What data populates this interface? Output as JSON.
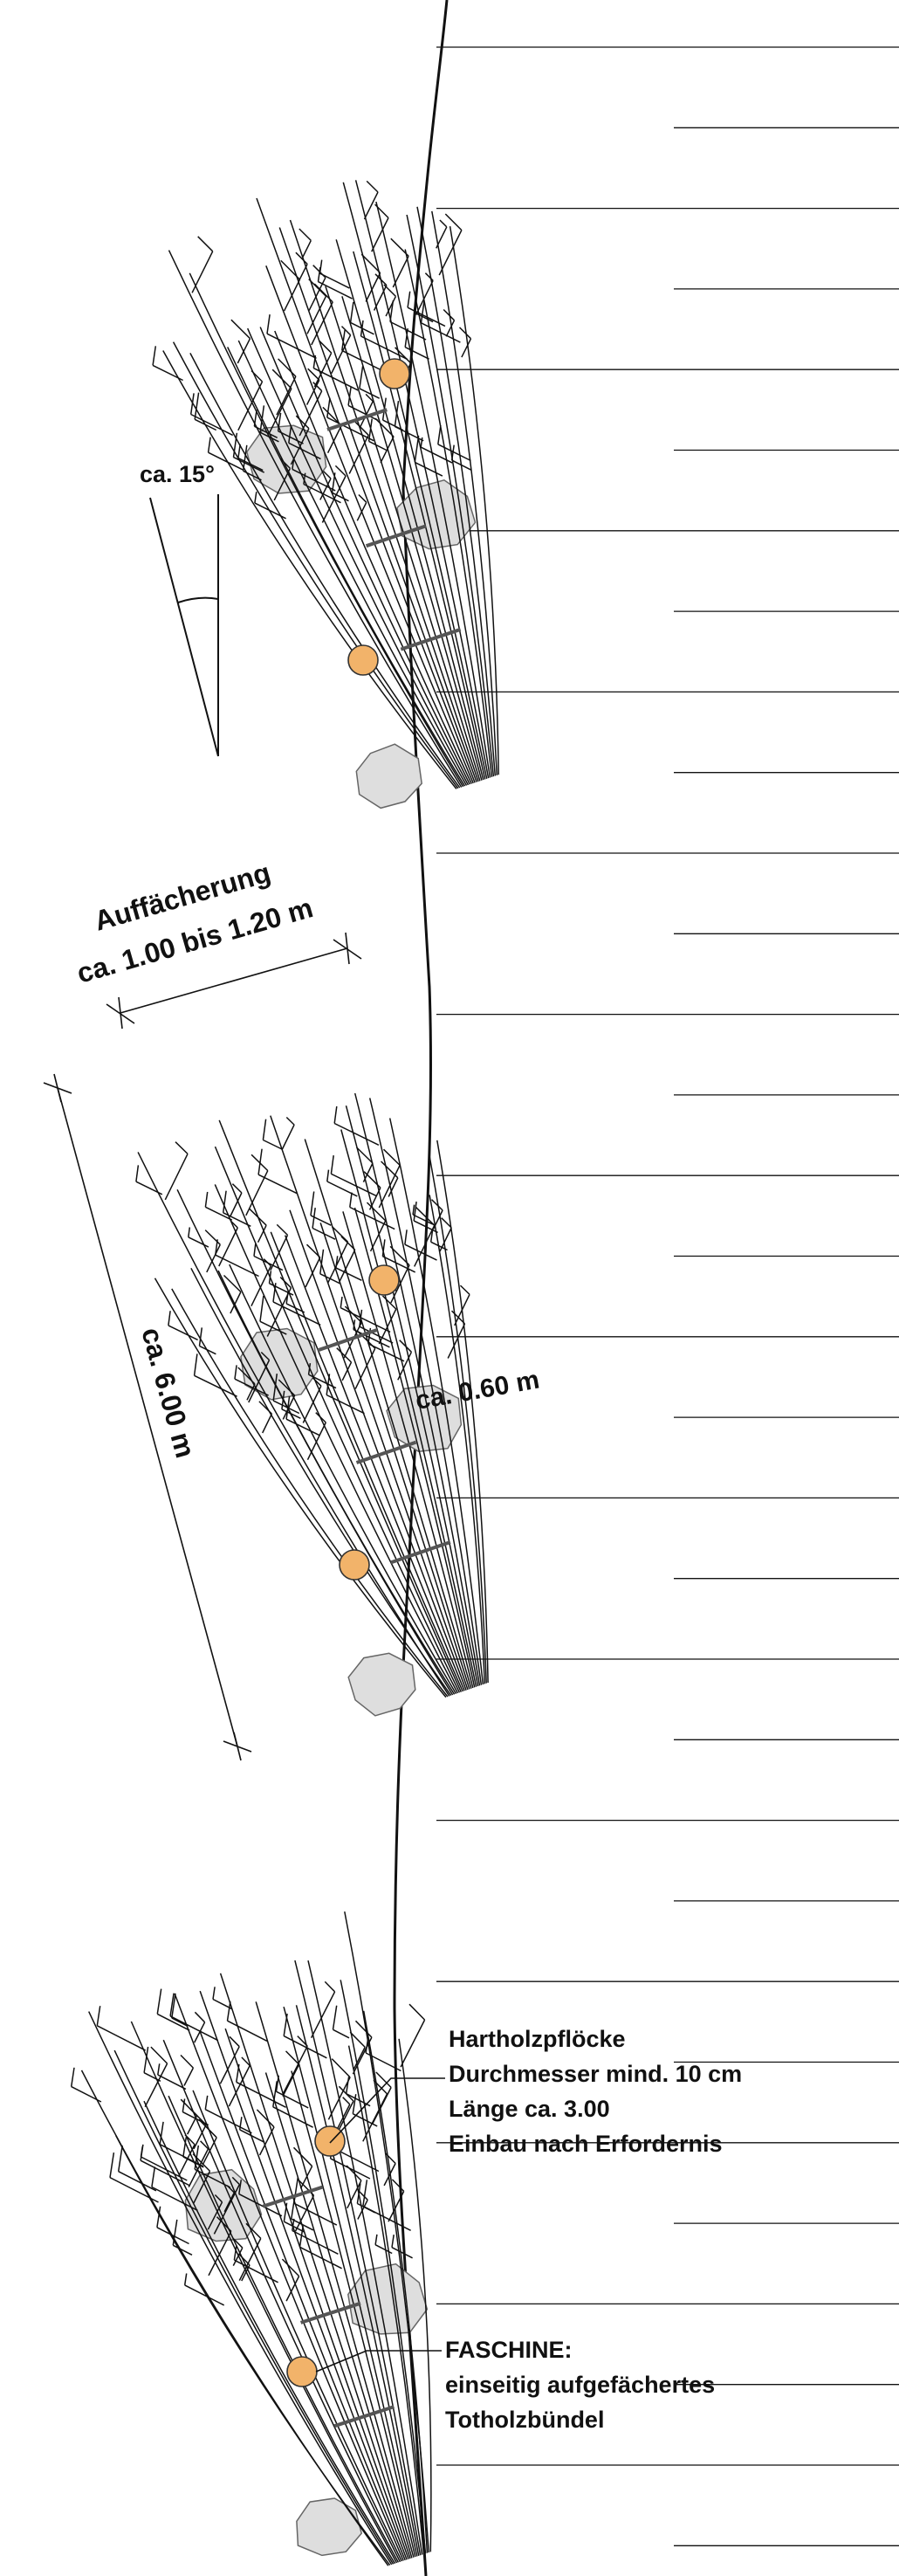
{
  "labels": {
    "angle": "ca. 15°",
    "spread_title": "Auffächerung",
    "spread_value": "ca. 1.00 bis 1.20 m",
    "length": "ca. 6.00 m",
    "diameter": "ca. 0.60 m",
    "stakes_lines": [
      "Hartholzpflöcke",
      "Durchmesser mind. 10 cm",
      "Länge ca. 3.00",
      "Einbau nach Erfordernis"
    ],
    "fascine_lines": [
      "FASCHINE:",
      "einseitig aufgefächertes",
      "Totholzbündel"
    ]
  },
  "colors": {
    "stake": "#F2B36A",
    "stake_stroke": "#333333",
    "stone": "#DEDEDE",
    "stone_stroke": "#666666",
    "line": "#111111"
  }
}
